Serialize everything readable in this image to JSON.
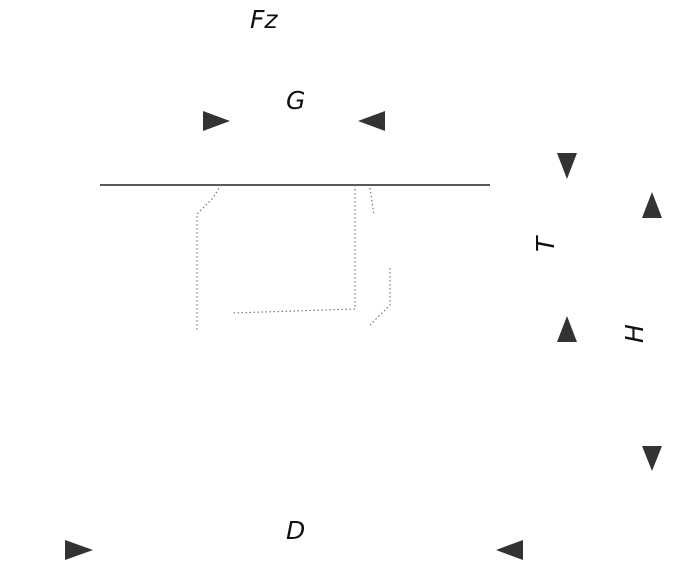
{
  "labels": {
    "fz": "Fz",
    "g": "G",
    "t": "T",
    "h": "H",
    "d": "D"
  },
  "colors": {
    "background": "#ffffff",
    "line": "#222222",
    "hidden_line": "#777777",
    "arrowhead": "#333333",
    "text": "#111111"
  }
}
